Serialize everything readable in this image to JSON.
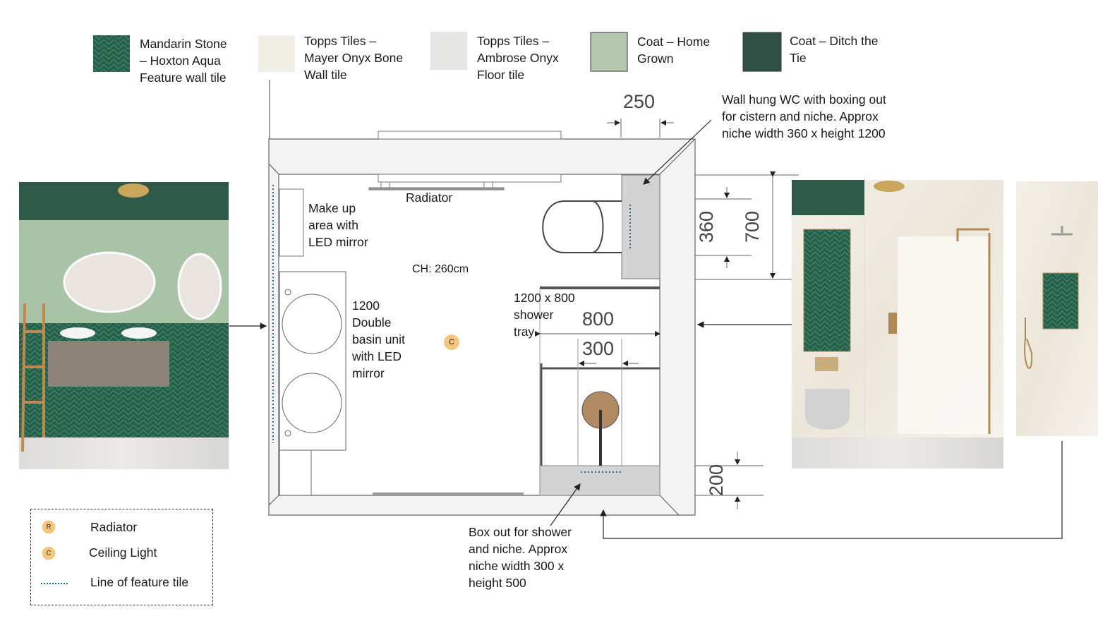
{
  "swatches": [
    {
      "label": "Mandarin Stone\n– Hoxton Aqua\nFeature wall tile",
      "color": "#2c6150"
    },
    {
      "label": "Topps Tiles –\nMayer Onyx Bone\nWall tile",
      "color": "#f1eee6"
    },
    {
      "label": "Topps Tiles –\nAmbrose Onyx\nFloor tile",
      "color": "#e6e6e4"
    },
    {
      "label": "Coat – Home\nGrown",
      "color": "#b3c8ad"
    },
    {
      "label": "Coat – Ditch the\nTie",
      "color": "#2f4f45"
    }
  ],
  "plan": {
    "radiator_label": "Radiator",
    "makeup_label": "Make up\narea with\nLED mirror",
    "ceiling_height": "CH: 260cm",
    "basin_label": "1200\nDouble\nbasin unit\nwith LED\nmirror",
    "ceiling_light_marker": "C",
    "shower_label": "1200 x 800\nshower\ntray",
    "dim_800": "800",
    "dim_300": "300",
    "dim_250": "250",
    "dim_360": "360",
    "dim_700": "700",
    "dim_200": "200"
  },
  "notes": {
    "wc": "Wall hung WC with boxing out\nfor cistern and niche. Approx\nniche width 360 x height 1200",
    "shower_box": "Box out for shower\nand niche. Approx\nniche width 300 x\nheight 500"
  },
  "legend": {
    "items": [
      {
        "marker": "R",
        "label": "Radiator"
      },
      {
        "marker": "C",
        "label": "Ceiling Light"
      },
      {
        "marker": "dotted-line",
        "label": "Line of feature tile"
      }
    ]
  },
  "colors": {
    "feature_line": "#1f6b8f",
    "marker": "#f5c680",
    "dark_green": "#2f5a4a",
    "sage": "#a9c3a6",
    "brass": "#b08a55"
  }
}
